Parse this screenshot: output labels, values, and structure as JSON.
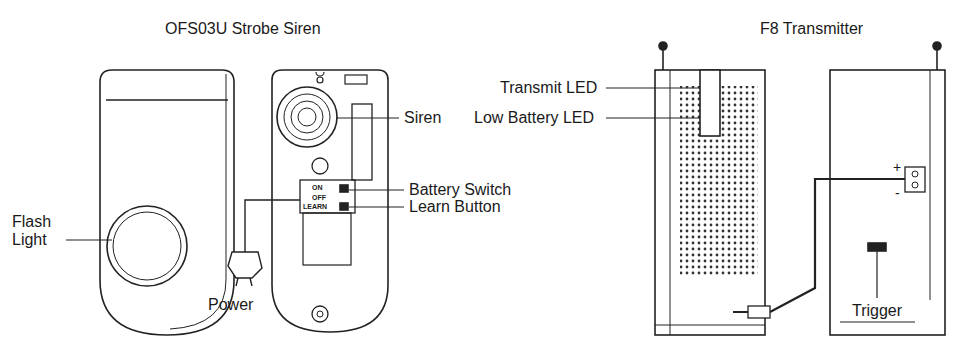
{
  "diagram": {
    "labels": [
      "OFS03U Strobe Siren",
      "F8 Transmitter",
      "Siren",
      "Battery Switch",
      "Learn Button",
      "Flash Light",
      "Power",
      "ON",
      "OFF",
      "LEARN",
      "Transmit LED",
      "Low Battery LED",
      "+",
      "-",
      "Trigger"
    ]
  }
}
